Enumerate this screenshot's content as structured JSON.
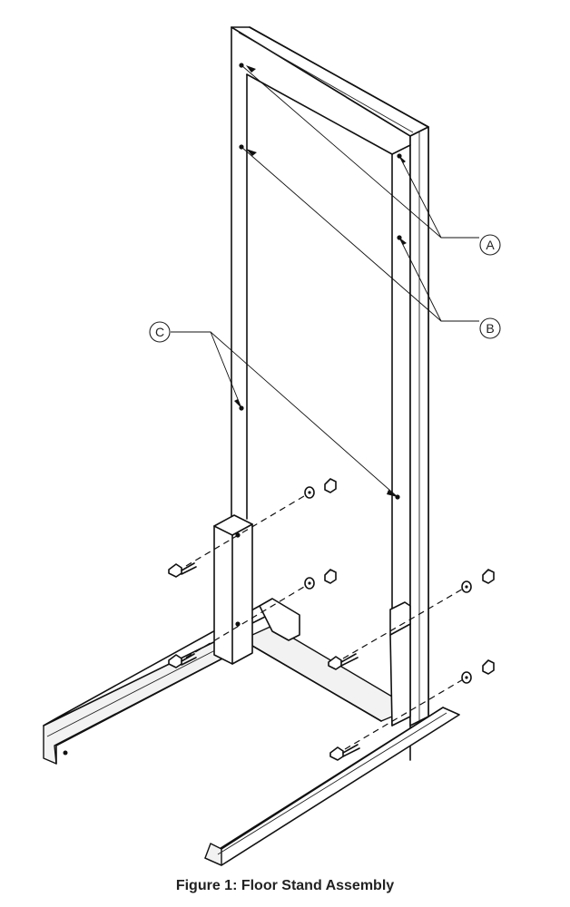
{
  "figure": {
    "caption": "Figure 1: Floor Stand Assembly"
  },
  "callouts": [
    {
      "id": "a",
      "label": "A"
    },
    {
      "id": "b",
      "label": "B"
    },
    {
      "id": "c",
      "label": "C"
    }
  ]
}
